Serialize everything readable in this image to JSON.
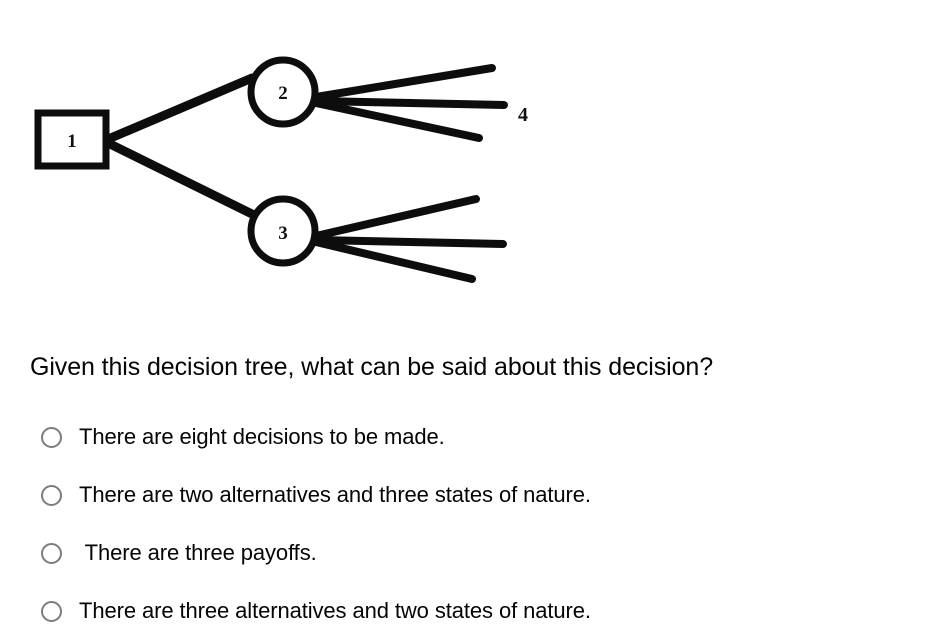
{
  "figure": {
    "name": "decision-tree-diagram",
    "nodes": [
      {
        "id": "1",
        "shape": "square",
        "label": "1"
      },
      {
        "id": "2",
        "shape": "circle",
        "label": "2"
      },
      {
        "id": "3",
        "shape": "circle",
        "label": "3"
      }
    ],
    "outer_labels": [
      {
        "id": "4",
        "label": "4"
      }
    ],
    "colors": {
      "stroke": "#0d0d0d",
      "fill": "#ffffff",
      "background": "#ffffff"
    }
  },
  "question": {
    "prompt": "Given this decision tree, what can be said about this decision?",
    "options": [
      {
        "label": "There are eight decisions to be made.",
        "selected": false
      },
      {
        "label": "There are two alternatives and three states of nature.",
        "selected": false
      },
      {
        "label": " There are three payoffs.",
        "selected": false
      },
      {
        "label": "There are three alternatives and two states of nature.",
        "selected": false
      }
    ]
  }
}
